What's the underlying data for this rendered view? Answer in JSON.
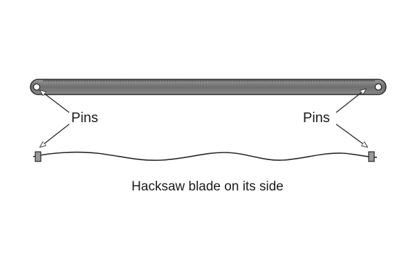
{
  "labels": {
    "pins_left": "Pins",
    "pins_right": "Pins",
    "caption": "Hacksaw blade on its side"
  },
  "colors": {
    "blade_fill": "#7a7a7a",
    "blade_stroke": "#2b2b2b",
    "line": "#222222",
    "pin_fill": "#9a9a9a",
    "text": "#1a1a1a"
  }
}
